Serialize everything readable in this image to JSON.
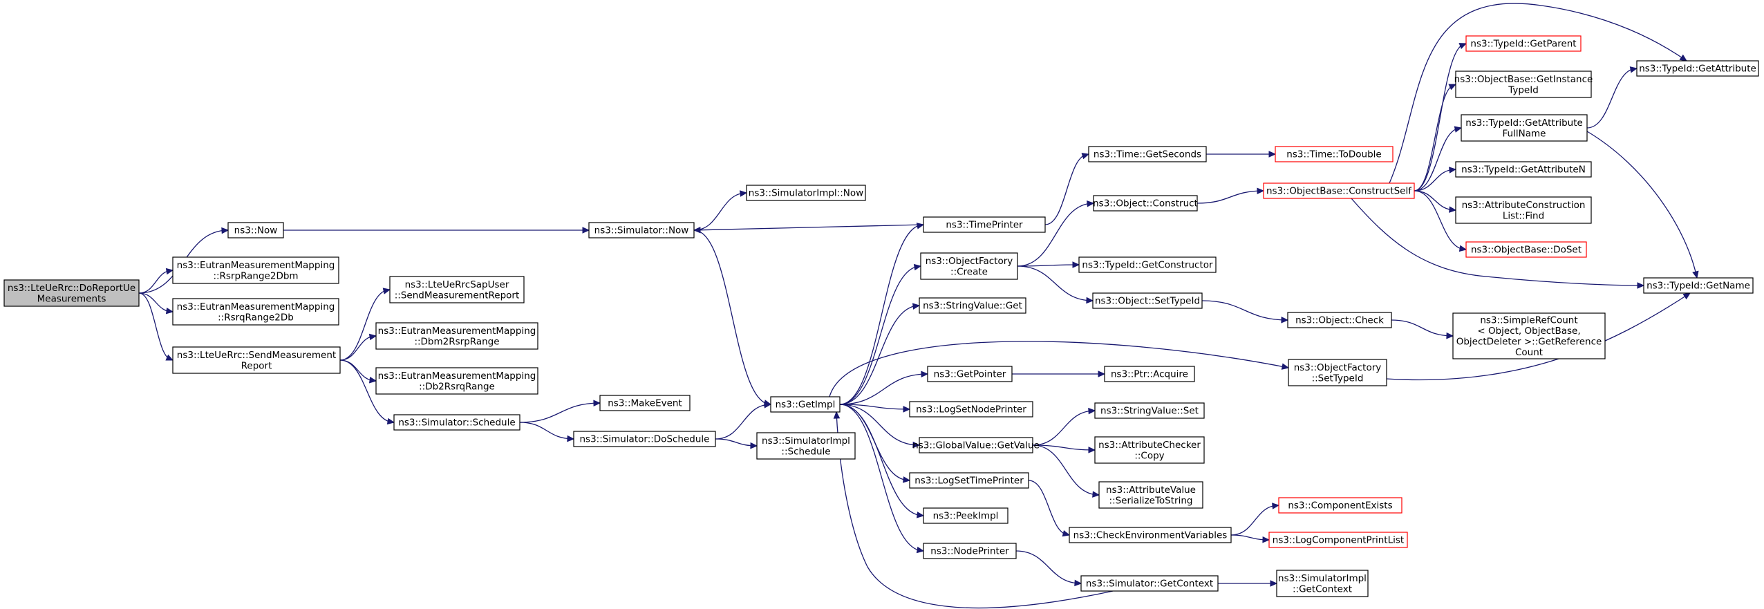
{
  "colors": {
    "edge": "#191970",
    "node_border": "#000000",
    "node_border_truncated": "#ff0000",
    "root_fill": "#bfbfbf",
    "node_fill": "#ffffff"
  },
  "nodes": [
    {
      "id": "n1",
      "lines": [
        "ns3::LteUeRrc::DoReportUe",
        "Measurements"
      ],
      "root": true
    },
    {
      "id": "n2",
      "lines": [
        "ns3::Now"
      ]
    },
    {
      "id": "n3",
      "lines": [
        "ns3::EutranMeasurementMapping",
        "::RsrpRange2Dbm"
      ]
    },
    {
      "id": "n4",
      "lines": [
        "ns3::EutranMeasurementMapping",
        "::RsrqRange2Db"
      ]
    },
    {
      "id": "n5",
      "lines": [
        "ns3::LteUeRrc::SendMeasurement",
        "Report"
      ]
    },
    {
      "id": "n6",
      "lines": [
        "ns3::Simulator::Now"
      ]
    },
    {
      "id": "n7",
      "lines": [
        "ns3::LteUeRrcSapUser",
        "::SendMeasurementReport"
      ]
    },
    {
      "id": "n8",
      "lines": [
        "ns3::EutranMeasurementMapping",
        "::Dbm2RsrpRange"
      ]
    },
    {
      "id": "n9",
      "lines": [
        "ns3::EutranMeasurementMapping",
        "::Db2RsrqRange"
      ]
    },
    {
      "id": "n10",
      "lines": [
        "ns3::Simulator::Schedule"
      ]
    },
    {
      "id": "n11",
      "lines": [
        "ns3::SimulatorImpl::Now"
      ]
    },
    {
      "id": "n12",
      "lines": [
        "ns3::GetImpl"
      ]
    },
    {
      "id": "n13",
      "lines": [
        "ns3::MakeEvent"
      ]
    },
    {
      "id": "n14",
      "lines": [
        "ns3::Simulator::DoSchedule"
      ]
    },
    {
      "id": "n15",
      "lines": [
        "ns3::SimulatorImpl",
        "::Schedule"
      ]
    },
    {
      "id": "n16",
      "lines": [
        "ns3::TimePrinter"
      ]
    },
    {
      "id": "n17",
      "lines": [
        "ns3::ObjectFactory",
        "::Create"
      ]
    },
    {
      "id": "n18",
      "lines": [
        "ns3::StringValue::Get"
      ]
    },
    {
      "id": "n19",
      "lines": [
        "ns3::GetPointer"
      ]
    },
    {
      "id": "n20",
      "lines": [
        "ns3::LogSetNodePrinter"
      ]
    },
    {
      "id": "n21",
      "lines": [
        "ns3::GlobalValue::GetValue"
      ]
    },
    {
      "id": "n22",
      "lines": [
        "ns3::LogSetTimePrinter"
      ]
    },
    {
      "id": "n23",
      "lines": [
        "ns3::PeekImpl"
      ]
    },
    {
      "id": "n24",
      "lines": [
        "ns3::NodePrinter"
      ]
    },
    {
      "id": "n25",
      "lines": [
        "ns3::Time::GetSeconds"
      ]
    },
    {
      "id": "n26",
      "lines": [
        "ns3::Object::Construct"
      ]
    },
    {
      "id": "n27",
      "lines": [
        "ns3::TypeId::GetConstructor"
      ]
    },
    {
      "id": "n28",
      "lines": [
        "ns3::Object::SetTypeId"
      ]
    },
    {
      "id": "n29",
      "lines": [
        "ns3::Ptr::Acquire"
      ]
    },
    {
      "id": "n30",
      "lines": [
        "ns3::StringValue::Set"
      ]
    },
    {
      "id": "n31",
      "lines": [
        "ns3::AttributeChecker",
        "::Copy"
      ]
    },
    {
      "id": "n32",
      "lines": [
        "ns3::AttributeValue",
        "::SerializeToString"
      ]
    },
    {
      "id": "n33",
      "lines": [
        "ns3::CheckEnvironmentVariables"
      ]
    },
    {
      "id": "n34",
      "lines": [
        "ns3::Simulator::GetContext"
      ]
    },
    {
      "id": "n35",
      "lines": [
        "ns3::Time::ToDouble"
      ],
      "truncated": true
    },
    {
      "id": "n36",
      "lines": [
        "ns3::ObjectBase::ConstructSelf"
      ],
      "truncated": true
    },
    {
      "id": "n37",
      "lines": [
        "ns3::Object::Check"
      ]
    },
    {
      "id": "n38",
      "lines": [
        "ns3::ObjectFactory",
        "::SetTypeId"
      ]
    },
    {
      "id": "n39",
      "lines": [
        "ns3::ComponentExists"
      ],
      "truncated": true
    },
    {
      "id": "n40",
      "lines": [
        "ns3::LogComponentPrintList"
      ],
      "truncated": true
    },
    {
      "id": "n41",
      "lines": [
        "ns3::SimulatorImpl",
        "::GetContext"
      ]
    },
    {
      "id": "n42",
      "lines": [
        "ns3::TypeId::GetParent"
      ],
      "truncated": true
    },
    {
      "id": "n43",
      "lines": [
        "ns3::ObjectBase::GetInstance",
        "TypeId"
      ]
    },
    {
      "id": "n44",
      "lines": [
        "ns3::TypeId::GetAttribute",
        "FullName"
      ]
    },
    {
      "id": "n45",
      "lines": [
        "ns3::TypeId::GetAttributeN"
      ]
    },
    {
      "id": "n46",
      "lines": [
        "ns3::AttributeConstruction",
        "List::Find"
      ]
    },
    {
      "id": "n47",
      "lines": [
        "ns3::ObjectBase::DoSet"
      ],
      "truncated": true
    },
    {
      "id": "n48",
      "lines": [
        "ns3::SimpleRefCount",
        "< Object, ObjectBase,",
        "ObjectDeleter >::GetReference",
        "Count"
      ]
    },
    {
      "id": "n49",
      "lines": [
        "ns3::TypeId::GetAttribute"
      ]
    },
    {
      "id": "n50",
      "lines": [
        "ns3::TypeId::GetName"
      ]
    }
  ],
  "edges": [
    [
      "n1",
      "n2"
    ],
    [
      "n1",
      "n3"
    ],
    [
      "n1",
      "n4"
    ],
    [
      "n1",
      "n5"
    ],
    [
      "n2",
      "n6"
    ],
    [
      "n5",
      "n7"
    ],
    [
      "n5",
      "n8"
    ],
    [
      "n5",
      "n9"
    ],
    [
      "n5",
      "n10"
    ],
    [
      "n6",
      "n11"
    ],
    [
      "n6",
      "n12"
    ],
    [
      "n10",
      "n13"
    ],
    [
      "n10",
      "n14"
    ],
    [
      "n14",
      "n12"
    ],
    [
      "n14",
      "n15"
    ],
    [
      "n12",
      "n16"
    ],
    [
      "n12",
      "n17"
    ],
    [
      "n12",
      "n18"
    ],
    [
      "n12",
      "n19"
    ],
    [
      "n12",
      "n20"
    ],
    [
      "n12",
      "n21"
    ],
    [
      "n12",
      "n22"
    ],
    [
      "n12",
      "n23"
    ],
    [
      "n12",
      "n24"
    ],
    [
      "n12",
      "n38"
    ],
    [
      "n16",
      "n25"
    ],
    [
      "n16",
      "n6"
    ],
    [
      "n17",
      "n26"
    ],
    [
      "n17",
      "n27"
    ],
    [
      "n17",
      "n28"
    ],
    [
      "n19",
      "n29"
    ],
    [
      "n21",
      "n30"
    ],
    [
      "n21",
      "n31"
    ],
    [
      "n21",
      "n32"
    ],
    [
      "n22",
      "n33"
    ],
    [
      "n24",
      "n34"
    ],
    [
      "n25",
      "n35"
    ],
    [
      "n26",
      "n36"
    ],
    [
      "n28",
      "n37"
    ],
    [
      "n33",
      "n39"
    ],
    [
      "n33",
      "n40"
    ],
    [
      "n34",
      "n12"
    ],
    [
      "n34",
      "n41"
    ],
    [
      "n36",
      "n42"
    ],
    [
      "n36",
      "n43"
    ],
    [
      "n36",
      "n44"
    ],
    [
      "n36",
      "n45"
    ],
    [
      "n36",
      "n46"
    ],
    [
      "n36",
      "n47"
    ],
    [
      "n36",
      "n49"
    ],
    [
      "n36",
      "n50"
    ],
    [
      "n37",
      "n48"
    ],
    [
      "n38",
      "n50"
    ],
    [
      "n44",
      "n49"
    ],
    [
      "n44",
      "n50"
    ]
  ]
}
